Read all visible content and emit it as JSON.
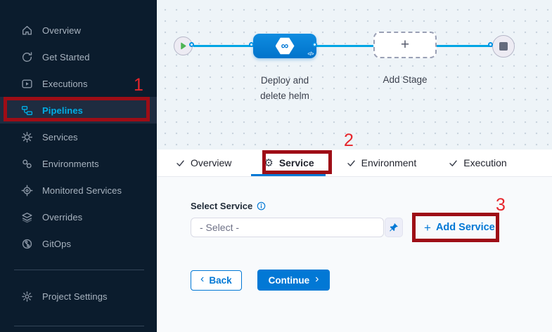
{
  "colors": {
    "accent": "#0278d5",
    "aqua_active": "#00ade4",
    "annotation_box": "#9e0d16",
    "annotation_number": "#e6252b",
    "sidebar_bg": "#0b1c2d",
    "node_blue": "#0b84d8",
    "connector": "#00a5e4",
    "play_green": "#4fb455"
  },
  "sidebar": {
    "items": [
      {
        "label": "Overview",
        "icon": "home-icon",
        "active": false
      },
      {
        "label": "Get Started",
        "icon": "restart-icon",
        "active": false
      },
      {
        "label": "Executions",
        "icon": "executions-icon",
        "active": false
      },
      {
        "label": "Pipelines",
        "icon": "pipelines-icon",
        "active": true
      },
      {
        "label": "Services",
        "icon": "services-icon",
        "active": false
      },
      {
        "label": "Environments",
        "icon": "environments-icon",
        "active": false
      },
      {
        "label": "Monitored Services",
        "icon": "monitored-services-icon",
        "active": false
      },
      {
        "label": "Overrides",
        "icon": "overrides-icon",
        "active": false
      },
      {
        "label": "GitOps",
        "icon": "gitops-icon",
        "active": false
      }
    ],
    "footer": {
      "label": "Project Settings",
      "icon": "gear-icon"
    }
  },
  "pipeline": {
    "stage_label_line1": "Deploy and",
    "stage_label_line2": "delete helm",
    "add_stage_label": "Add Stage",
    "code_badge": "</>"
  },
  "tabs": [
    {
      "label": "Overview",
      "state": "complete",
      "icon": "check-icon"
    },
    {
      "label": "Service",
      "state": "active",
      "icon": "gear-icon"
    },
    {
      "label": "Environment",
      "state": "complete",
      "icon": "check-icon"
    },
    {
      "label": "Execution",
      "state": "complete",
      "icon": "check-icon"
    }
  ],
  "form": {
    "select_service_label": "Select Service",
    "select_placeholder": "- Select -",
    "add_service_label": "Add Service"
  },
  "buttons": {
    "back": "Back",
    "continue": "Continue"
  },
  "annotations": {
    "step1": "1",
    "step2": "2",
    "step3": "3"
  }
}
